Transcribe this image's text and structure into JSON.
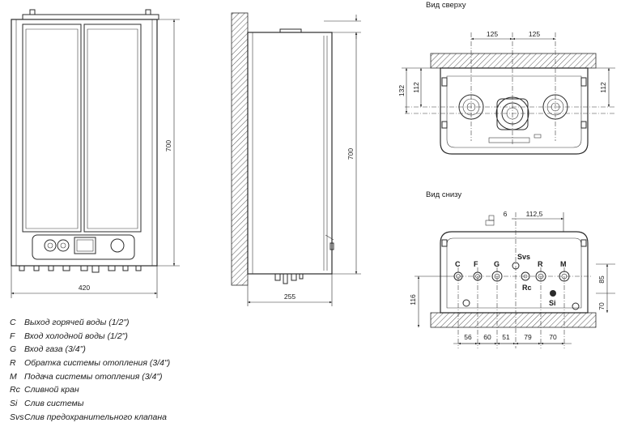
{
  "views": {
    "top_title": "Вид сверху",
    "bottom_title": "Вид снизу"
  },
  "dimensions": {
    "front_height": "700",
    "front_width": "420",
    "side_height": "700",
    "side_depth": "255",
    "top_spacing_left": "125",
    "top_spacing_right": "125",
    "top_left_outer": "132",
    "top_left_inner": "112",
    "top_right": "112",
    "bottom_6": "6",
    "bottom_112_5": "112,5",
    "bottom_left_height": "116",
    "bottom_right_upper": "85",
    "bottom_right_lower": "70",
    "bottom_row": [
      "56",
      "60",
      "51",
      "79",
      "70"
    ]
  },
  "connections": {
    "C": "C",
    "F": "F",
    "G": "G",
    "Svs": "Svs",
    "Rc": "Rc",
    "R": "R",
    "M": "M",
    "Si": "Si"
  },
  "legend": [
    {
      "key": "C",
      "desc": "Выход горячей воды   (1/2\")"
    },
    {
      "key": "F",
      "desc": "Вход холодной воды    (1/2\")"
    },
    {
      "key": "G",
      "desc": "Вход газа    (3/4\")"
    },
    {
      "key": "R",
      "desc": "Обратка  системы отопления    (3/4\")"
    },
    {
      "key": "M",
      "desc": "Подача системы отопления    (3/4\")"
    },
    {
      "key": "Rc",
      "desc": "Сливной кран"
    },
    {
      "key": "Si",
      "desc": "Слив системы"
    },
    {
      "key": "Svs",
      "desc": "Слив предохранительного клапана"
    }
  ]
}
